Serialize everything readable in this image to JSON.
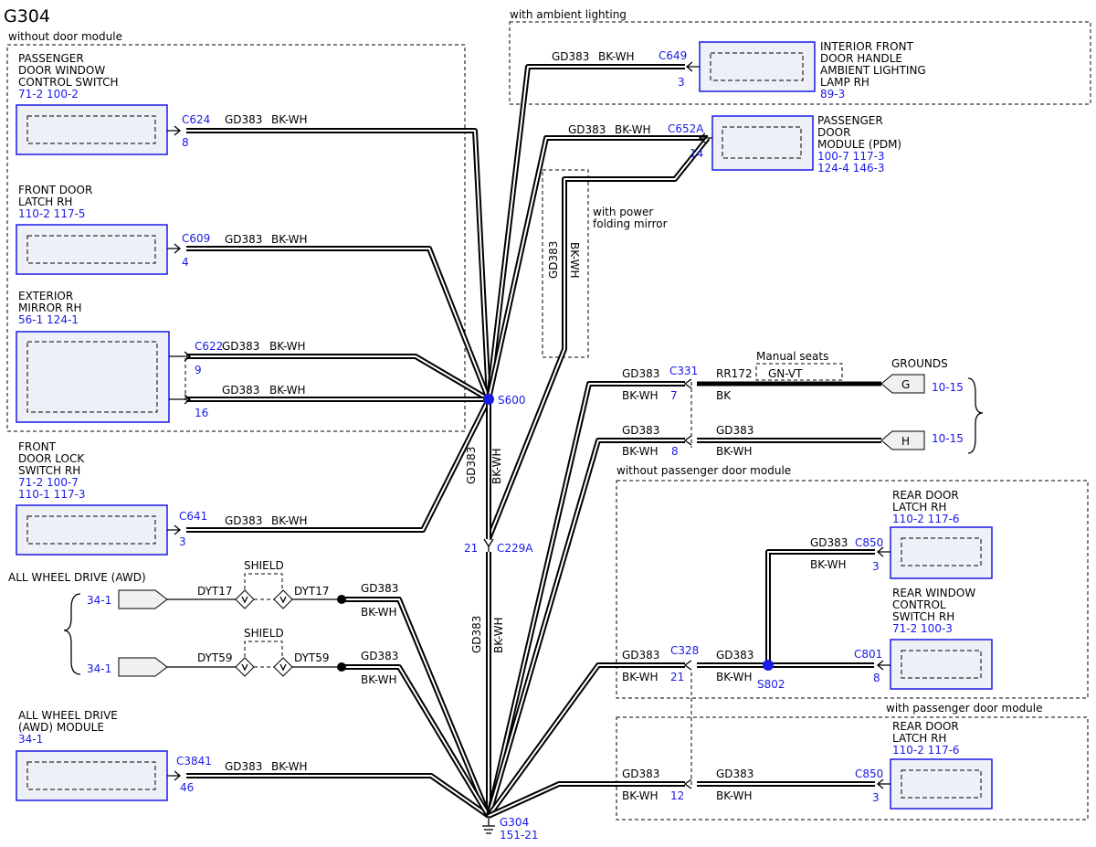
{
  "title": "G304",
  "regions": {
    "without_door_module": "without door module",
    "with_ambient_lighting": "with ambient lighting",
    "with_power_folding_mirror": [
      "with power",
      "folding mirror"
    ],
    "manual_seats": "Manual seats",
    "without_passenger_door_module": "without passenger door module",
    "with_passenger_door_module": "with passenger door module"
  },
  "wire": {
    "circuit": "GD383",
    "color": "BK-WH"
  },
  "components": {
    "passenger_door_window_switch": {
      "name": [
        "PASSENGER",
        "DOOR WINDOW",
        "CONTROL SWITCH"
      ],
      "refs": "71-2   100-2",
      "connector": "C624",
      "pin": "8"
    },
    "front_door_latch_rh": {
      "name": [
        "FRONT DOOR",
        "LATCH RH"
      ],
      "refs": "110-2 117-5",
      "connector": "C609",
      "pin": "4"
    },
    "exterior_mirror_rh": {
      "name": [
        "EXTERIOR",
        "MIRROR RH"
      ],
      "refs": "56-1   124-1",
      "connector": "C622",
      "pin_a": "9",
      "pin_b": "16"
    },
    "front_door_lock_switch_rh": {
      "name": [
        "FRONT",
        "DOOR LOCK",
        "SWITCH RH"
      ],
      "refs": [
        "71-2   100-7",
        "110-1 117-3"
      ],
      "connector": "C641",
      "pin": "3"
    },
    "awd_module": {
      "name": [
        "ALL WHEEL DRIVE",
        "(AWD) MODULE"
      ],
      "refs": "34-1",
      "connector": "C3841",
      "pin": "46"
    },
    "ambient_lamp": {
      "name": [
        "INTERIOR FRONT",
        "DOOR HANDLE",
        "AMBIENT LIGHTING",
        "LAMP RH"
      ],
      "refs": "89-3",
      "connector": "C649",
      "pin": "3"
    },
    "pdm": {
      "name": [
        "PASSENGER",
        "DOOR",
        "MODULE (PDM)"
      ],
      "refs": [
        "100-7 117-3",
        "124-4 146-3"
      ],
      "connector": "C652A",
      "pin": "14"
    },
    "rear_door_latch_a": {
      "name": [
        "REAR DOOR",
        "LATCH RH"
      ],
      "refs": "110-2 117-6",
      "connector": "C850",
      "pin": "3"
    },
    "rear_window_switch": {
      "name": [
        "REAR WINDOW",
        "CONTROL",
        "SWITCH RH"
      ],
      "refs": "71-2   100-3",
      "connector": "C801",
      "pin": "8"
    },
    "rear_door_latch_b": {
      "name": [
        "REAR DOOR",
        "LATCH RH"
      ],
      "refs": "110-2 117-6",
      "connector": "C850",
      "pin": "3"
    }
  },
  "splices": {
    "s600": "S600",
    "s802": "S802"
  },
  "inline": {
    "c229a": {
      "connector": "C229A",
      "pin": "21"
    },
    "c331": {
      "connector": "C331",
      "pin_7": "7",
      "pin_8": "8"
    },
    "c328": {
      "connector": "C328",
      "pin_21": "21",
      "pin_12": "12"
    }
  },
  "grounds": {
    "label": "GROUNDS",
    "g": "G",
    "h": "H",
    "ref": "10-15",
    "rr_circuit": "RR172",
    "rr_color": "BK",
    "seat_color": "GN-VT"
  },
  "awd": {
    "label": "ALL WHEEL DRIVE (AWD)",
    "ref": "34-1",
    "shield": "SHIELD",
    "dyt17": "DYT17",
    "dyt59": "DYT59"
  },
  "ground_point": {
    "name": "G304",
    "ref": "151-21"
  }
}
